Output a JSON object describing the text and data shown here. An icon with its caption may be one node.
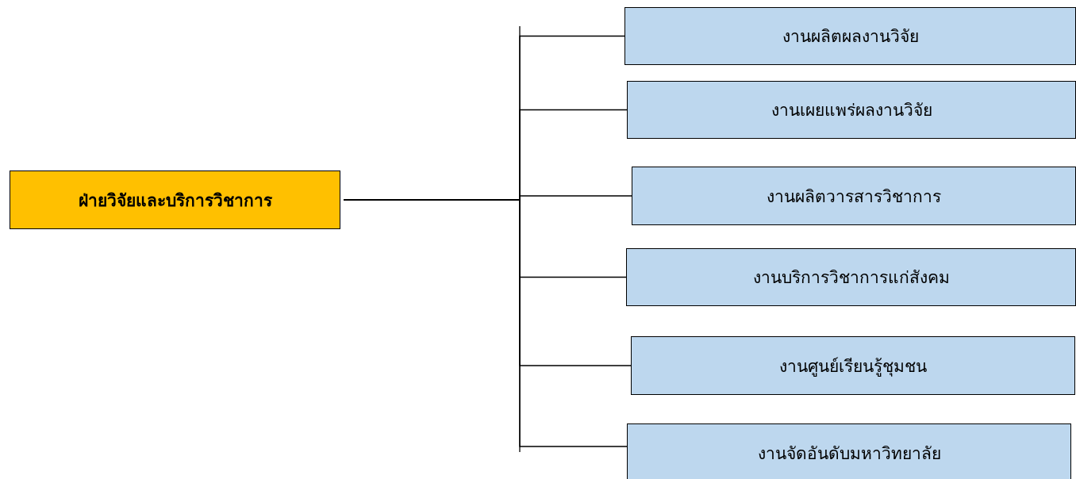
{
  "diagram": {
    "nodes": [
      {
        "text": [
          "ฝ่ายวิจัยและบริการวิชาการ"
        ]
      },
      {
        "text": [
          "งานผลิตผลงานวิจัย"
        ]
      },
      {
        "text": [
          "งานเผยแพร่ผลงานวิจัย"
        ]
      },
      {
        "text": [
          "งานผลิตวารสารวิชาการ"
        ]
      },
      {
        "text": [
          "งานบริการวิชาการแก่สังคม"
        ]
      },
      {
        "text": [
          "งานศูนย์เรียนรู้ชุมชน"
        ]
      },
      {
        "text": [
          "งานจัดอันดับมหาวิทยาลัย"
        ]
      }
    ],
    "edges": [
      {
        "from": 0,
        "to": 1,
        "arrow": "none"
      },
      {
        "from": 0,
        "to": 2,
        "arrow": "none"
      },
      {
        "from": 0,
        "to": 3,
        "arrow": "none"
      },
      {
        "from": 0,
        "to": 4,
        "arrow": "none"
      },
      {
        "from": 0,
        "to": 5,
        "arrow": "none"
      },
      {
        "from": 0,
        "to": 6,
        "arrow": "none"
      }
    ]
  }
}
